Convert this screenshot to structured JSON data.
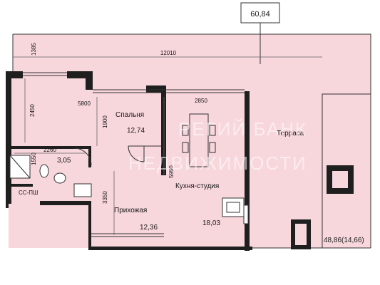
{
  "total_area": "60,84",
  "dimensions": {
    "d1385": "1385",
    "d12010": "12010",
    "d5800": "5800",
    "d2450": "2450",
    "d1900": "1900",
    "d2850": "2850",
    "d5950": "5950",
    "d2260": "2260",
    "d1550": "1550",
    "d3350": "3350"
  },
  "rooms": {
    "bedroom": {
      "name": "Спальня",
      "area": "12,74"
    },
    "kitchen": {
      "name": "Кухня-студия",
      "area": "18,03"
    },
    "hallway": {
      "name": "Прихожая",
      "area": "12,36"
    },
    "bathroom": {
      "name": "",
      "area": "3,05"
    },
    "terrace": {
      "name": "Терраса",
      "area": "48,86(14,66)"
    }
  },
  "labels": {
    "cc_pipe": "СС-ПШ"
  },
  "watermark": {
    "line1": "РЕГИЙ БАНК",
    "line2": "НЕДВИЖИМОСТИ"
  },
  "colors": {
    "fill": "#f7d6dc",
    "wall": "#1f1f1f",
    "line": "#333333"
  }
}
